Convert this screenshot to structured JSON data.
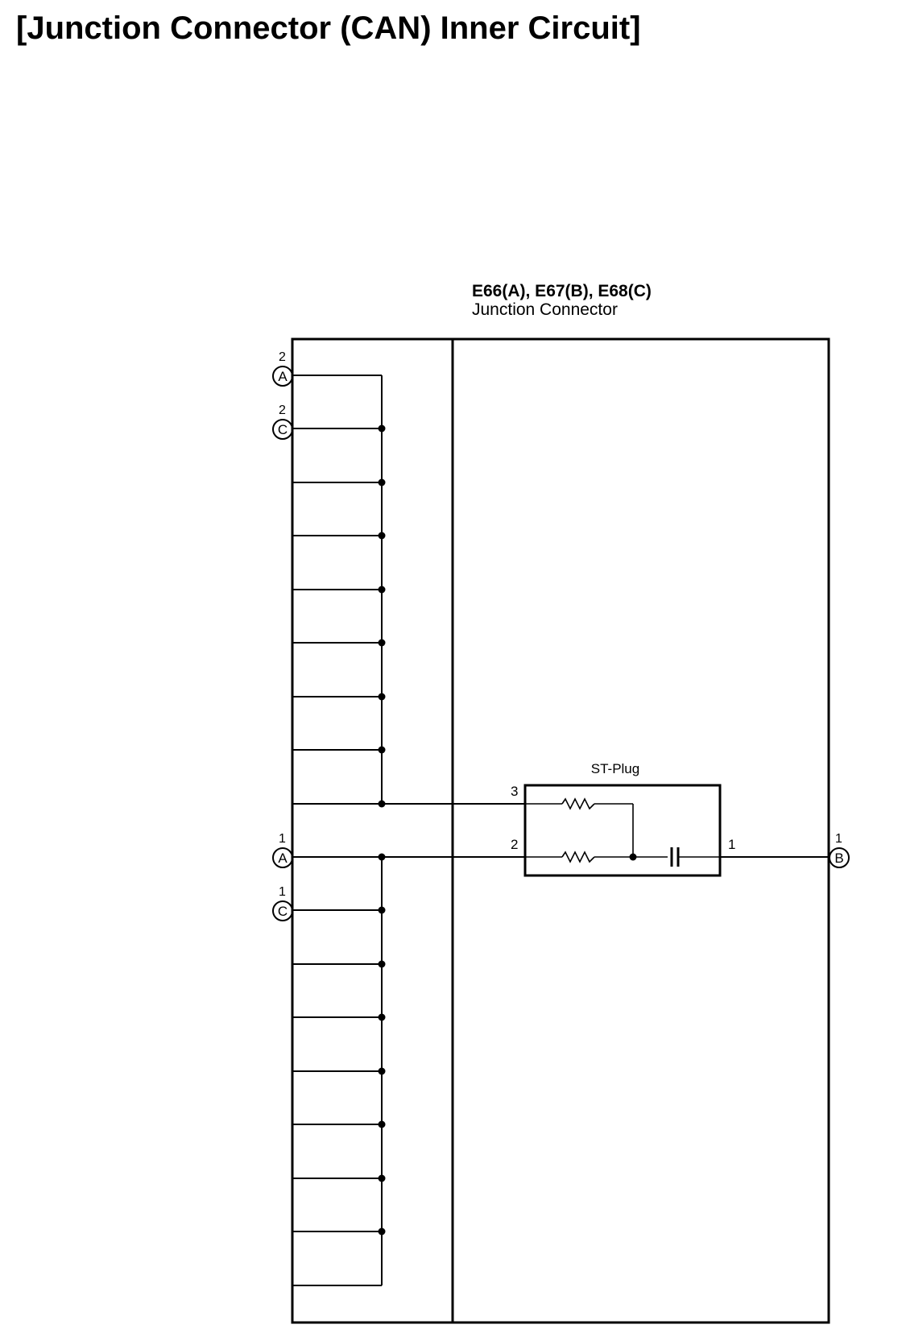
{
  "title": "[Junction Connector (CAN) Inner Circuit]",
  "connector": {
    "code_line": "E66(A), E67(B), E68(C)",
    "name": "Junction Connector"
  },
  "plug": {
    "label": "ST-Plug",
    "pins": [
      "3",
      "2",
      "1"
    ]
  },
  "terminals": [
    {
      "connector": "A",
      "pin": "2"
    },
    {
      "connector": "C",
      "pin": "2"
    },
    {
      "connector": "A",
      "pin": "1"
    },
    {
      "connector": "C",
      "pin": "1"
    },
    {
      "connector": "B",
      "pin": "1"
    }
  ],
  "colors": {
    "line": "#000000",
    "background": "#ffffff"
  }
}
